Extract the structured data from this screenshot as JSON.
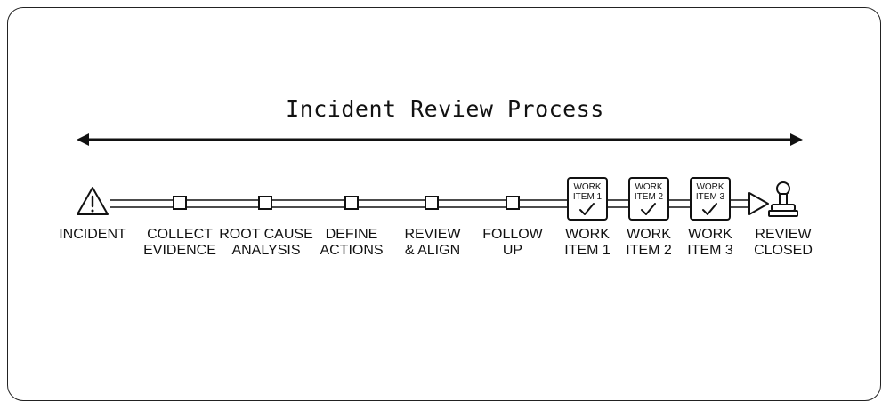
{
  "title": "Incident Review Process",
  "steps": [
    {
      "label": "INCIDENT",
      "icon": "warning-icon"
    },
    {
      "label": "COLLECT\nEVIDENCE",
      "icon": "square-node"
    },
    {
      "label": "ROOT CAUSE\nANALYSIS",
      "icon": "square-node"
    },
    {
      "label": "DEFINE\nACTIONS",
      "icon": "square-node"
    },
    {
      "label": "REVIEW\n& ALIGN",
      "icon": "square-node"
    },
    {
      "label": "FOLLOW\nUP",
      "icon": "square-node"
    },
    {
      "label": "WORK\nITEM 1",
      "icon": "checkbox-icon",
      "box_text": "WORK\nITEM 1"
    },
    {
      "label": "WORK\nITEM 2",
      "icon": "checkbox-icon",
      "box_text": "WORK\nITEM 2"
    },
    {
      "label": "WORK\nITEM 3",
      "icon": "checkbox-icon",
      "box_text": "WORK\nITEM 3"
    },
    {
      "label": "REVIEW\nCLOSED",
      "icon": "stamp-icon"
    }
  ]
}
